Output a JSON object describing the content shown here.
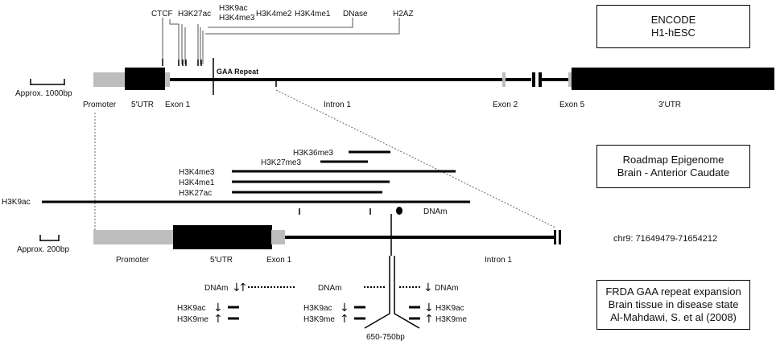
{
  "encode_box": {
    "line1": "ENCODE",
    "line2": "H1-hESC"
  },
  "roadmap_box": {
    "line1": "Roadmap Epigenome",
    "line2": "Brain - Anterior Caudate"
  },
  "frda_box": {
    "line1": "FRDA GAA repeat expansion",
    "line2": "Brain tissue in disease state",
    "line3": "Al-Mahdawi, S. et al (2008)"
  },
  "top_marks": [
    "CTCF",
    "H3K27ac",
    "H3K9ac",
    "H3K4me3",
    "H3K4me2",
    "H3K4me1",
    "DNase",
    "H2AZ"
  ],
  "top_gene": {
    "scale_label": "Approx. 1000bp",
    "gaa_label": "GAA Repeat",
    "labels": [
      "Promoter",
      "5'UTR",
      "Exon 1",
      "Intron 1",
      "Exon 2",
      "Exon 5",
      "3'UTR"
    ]
  },
  "roadmap_tracks": [
    "H3K36me3",
    "H3K27me3",
    "H3K4me3",
    "H3K4me1",
    "H3K27ac",
    "H3K9ac"
  ],
  "dnam_label": "DNAm",
  "bottom_gene": {
    "scale_label": "Approx. 200bp",
    "coords": "chr9: 71649479-71654212",
    "labels": [
      "Promoter",
      "5'UTR",
      "Exon 1",
      "Intron 1"
    ]
  },
  "disease": {
    "left": {
      "dnam": "DNAm",
      "h3k9ac": "H3K9ac",
      "h3k9me": "H3K9me"
    },
    "middle": {
      "dnam": "DNAm",
      "h3k9ac": "H3K9ac",
      "h3k9me": "H3K9me"
    },
    "right": {
      "dnam": "DNAm",
      "h3k9ac": "H3K9ac",
      "h3k9me": "H3K9me"
    },
    "repeat_size": "650-750bp"
  },
  "colors": {
    "ink": "#000000",
    "grey_block": "#bdbdbd",
    "leader": "#555555"
  }
}
